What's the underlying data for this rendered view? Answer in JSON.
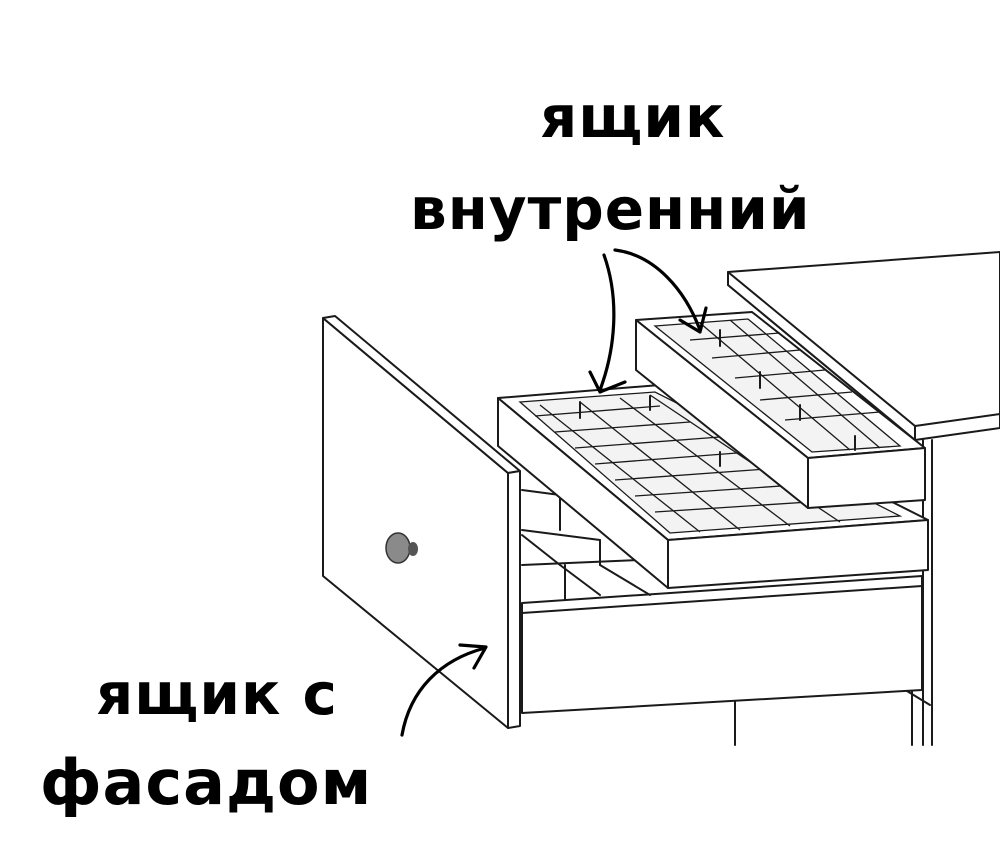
{
  "labels": {
    "inner_drawer_line1": "ящик",
    "inner_drawer_line2": "внутренний",
    "front_drawer_line1": "ящик с",
    "front_drawer_line2": "фасадом"
  }
}
